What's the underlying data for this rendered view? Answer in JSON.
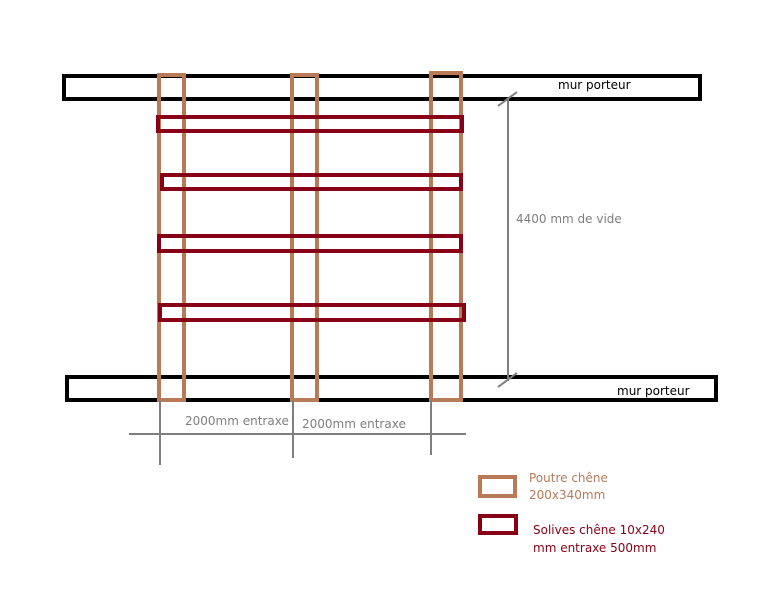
{
  "walls": {
    "top_label": "mur porteur",
    "bottom_label": "mur porteur"
  },
  "dimensions": {
    "span_label": "4400 mm de vide",
    "spacing_label_1": "2000mm entraxe",
    "spacing_label_2": "2000mm entraxe"
  },
  "legend": {
    "beam": {
      "line1": "Poutre chêne",
      "line2": "200x340mm"
    },
    "joist": {
      "line1": "Solives chêne 10x240",
      "line2": "mm entraxe 500mm"
    }
  },
  "colors": {
    "wall": "#000000",
    "beam": "#b97a57",
    "joist": "#880015",
    "dimension": "#7f7f7f"
  }
}
